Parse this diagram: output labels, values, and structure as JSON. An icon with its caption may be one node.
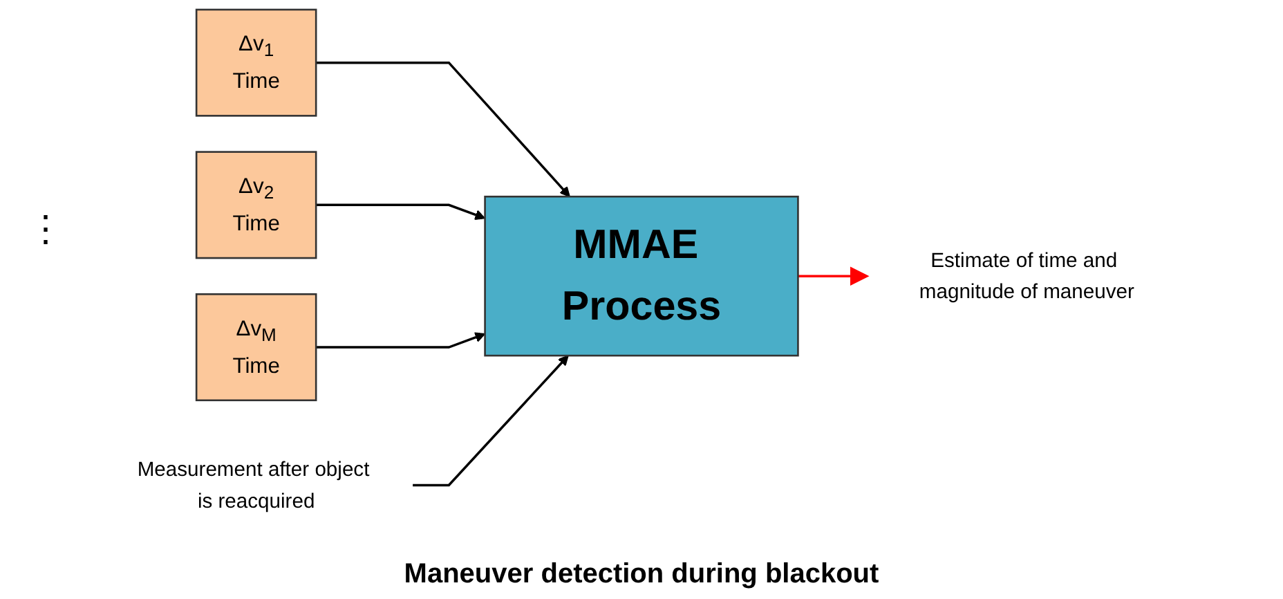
{
  "diagram": {
    "caption": "Maneuver detection during blackout",
    "nodes": [
      {
        "text": [
          "Δv$_{1}$",
          "Time"
        ]
      },
      {
        "text": [
          "Δv$_{2}$",
          "Time"
        ]
      },
      {
        "text": [
          "Δv$_{M}$",
          "Time"
        ]
      },
      {
        "text": [
          "MMAE Process"
        ]
      },
      {
        "text": [
          "Measurement after object is reacquired"
        ]
      },
      {
        "text": [
          "Estimate of time and magnitude of maneuver"
        ]
      }
    ],
    "edges": [
      {
        "from": 0,
        "to": 3,
        "arrow": "to"
      },
      {
        "from": 1,
        "to": 3,
        "arrow": "to"
      },
      {
        "from": 2,
        "to": 3,
        "arrow": "to"
      },
      {
        "from": 4,
        "to": 3,
        "arrow": "to"
      },
      {
        "from": 3,
        "to": 5,
        "arrow": "to",
        "color": "#ff0000"
      }
    ],
    "labels": [
      "⋮"
    ]
  }
}
